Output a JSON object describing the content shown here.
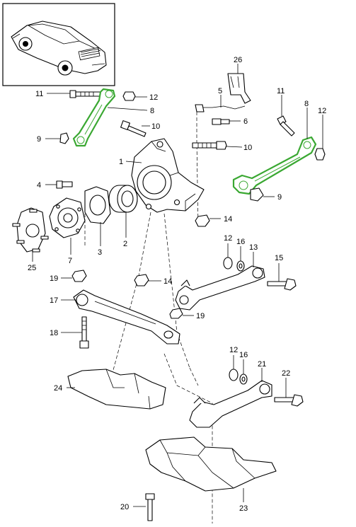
{
  "diagram": {
    "highlight_color": "#3aa832",
    "callouts": [
      {
        "id": "c11a",
        "text": "11"
      },
      {
        "id": "c12a",
        "text": "12"
      },
      {
        "id": "c8a",
        "text": "8"
      },
      {
        "id": "c9a",
        "text": "9"
      },
      {
        "id": "c10a",
        "text": "10"
      },
      {
        "id": "c10b",
        "text": "10"
      },
      {
        "id": "c1",
        "text": "1"
      },
      {
        "id": "c4",
        "text": "4"
      },
      {
        "id": "c26",
        "text": "26"
      },
      {
        "id": "c5",
        "text": "5"
      },
      {
        "id": "c6",
        "text": "6"
      },
      {
        "id": "c11b",
        "text": "11"
      },
      {
        "id": "c8b",
        "text": "8"
      },
      {
        "id": "c12b",
        "text": "12"
      },
      {
        "id": "c9b",
        "text": "9"
      },
      {
        "id": "c14a",
        "text": "14"
      },
      {
        "id": "c3",
        "text": "3"
      },
      {
        "id": "c2",
        "text": "2"
      },
      {
        "id": "c7",
        "text": "7"
      },
      {
        "id": "c25",
        "text": "25"
      },
      {
        "id": "c12c",
        "text": "12"
      },
      {
        "id": "c16a",
        "text": "16"
      },
      {
        "id": "c13",
        "text": "13"
      },
      {
        "id": "c15",
        "text": "15"
      },
      {
        "id": "c19a",
        "text": "19"
      },
      {
        "id": "c14b",
        "text": "14"
      },
      {
        "id": "c17",
        "text": "17"
      },
      {
        "id": "c19b",
        "text": "19"
      },
      {
        "id": "c18",
        "text": "18"
      },
      {
        "id": "c12d",
        "text": "12"
      },
      {
        "id": "c16b",
        "text": "16"
      },
      {
        "id": "c21",
        "text": "21"
      },
      {
        "id": "c22",
        "text": "22"
      },
      {
        "id": "c24",
        "text": "24"
      },
      {
        "id": "c20",
        "text": "20"
      },
      {
        "id": "c23",
        "text": "23"
      }
    ]
  }
}
